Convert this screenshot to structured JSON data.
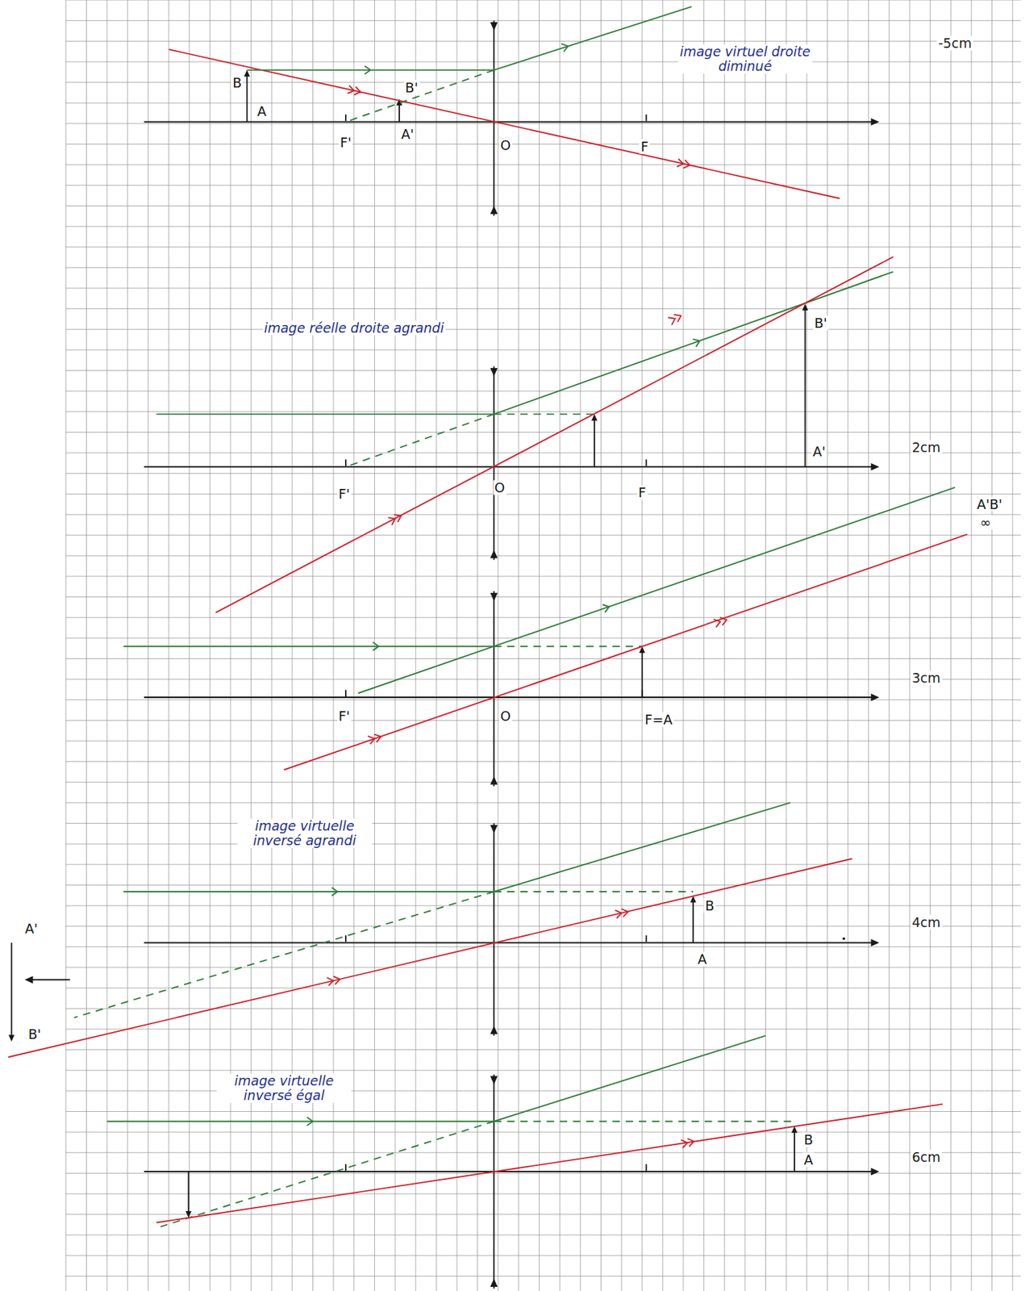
{
  "diagram": {
    "labels": [
      "image virtuel droite diminué",
      "-5cm",
      "B",
      "A",
      "B'",
      "A'",
      "F'",
      "O",
      "F",
      "image réelle droite agrandi",
      "B'",
      "A'",
      "2cm",
      "F'",
      "O",
      "F",
      "A'B'",
      "∞",
      "3cm",
      "F'",
      "O",
      "F=A",
      "image virtuelle inversé agrandi",
      "A'",
      "B'",
      "B",
      "A",
      "4cm",
      "image virtuelle inversé égal",
      "B",
      "A",
      "6cm"
    ]
  }
}
